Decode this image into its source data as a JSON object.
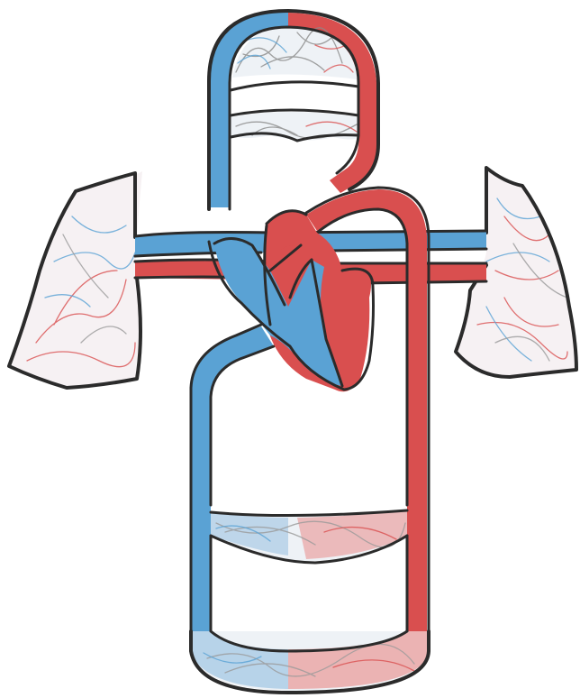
{
  "drawing": {
    "kind": "hand-drawn double circulation diagram (colored pencil)",
    "text_labels": []
  },
  "colors": {
    "paper": "#ffffff",
    "outline": "#2b2b2b",
    "deoxygenated_blue": "#5aa2d4",
    "oxygenated_red": "#d94f4f",
    "capillary_grey": "#9a9a9a"
  },
  "parts": [
    "upper-body-capillary-bed",
    "lower-body-capillary-bed",
    "abdominal-capillary-bed",
    "left-lung",
    "right-lung",
    "heart",
    "vena-cava",
    "aorta",
    "pulmonary-artery",
    "pulmonary-vein"
  ]
}
